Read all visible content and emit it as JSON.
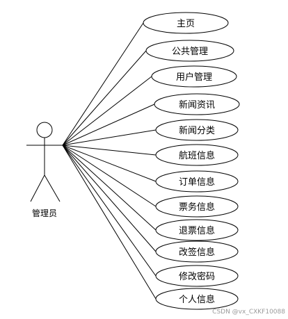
{
  "actor": {
    "label": "管理员"
  },
  "use_cases": [
    {
      "label": "主页"
    },
    {
      "label": "公共管理"
    },
    {
      "label": "用户管理"
    },
    {
      "label": "新闻资讯"
    },
    {
      "label": "新闻分类"
    },
    {
      "label": "航班信息"
    },
    {
      "label": "订单信息"
    },
    {
      "label": "票务信息"
    },
    {
      "label": "退票信息"
    },
    {
      "label": "改签信息"
    },
    {
      "label": "修改密码"
    },
    {
      "label": "个人信息"
    }
  ],
  "watermark": "CSDN @vx_CXKF10088"
}
